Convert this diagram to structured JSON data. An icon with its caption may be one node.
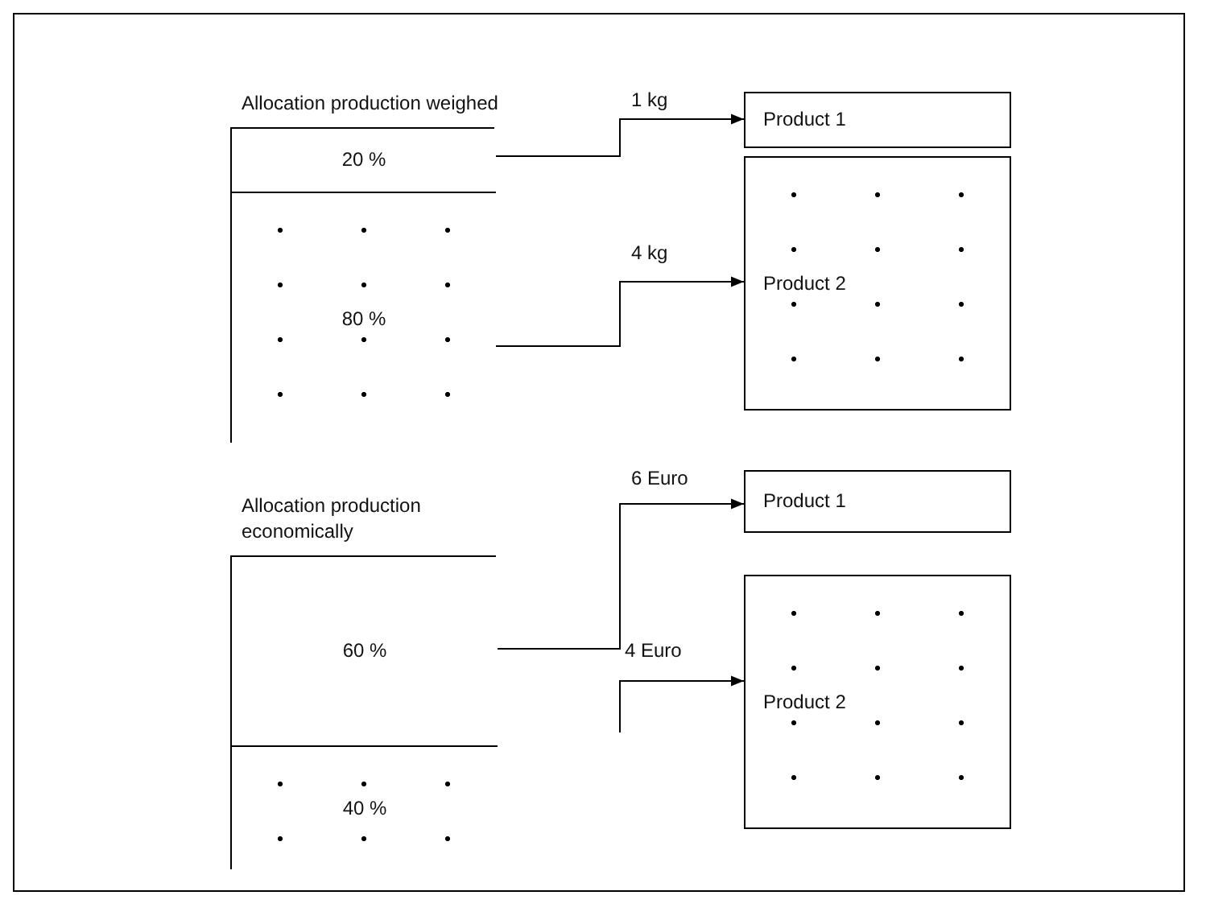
{
  "diagram": {
    "nodes": [
      {
        "text": [
          "Allocation production weighed"
        ]
      },
      {
        "text": [
          "20 %"
        ],
        "in": 0
      },
      {
        "text": [
          "80 %"
        ],
        "in": 0
      },
      {
        "text": [
          "Product 1"
        ]
      },
      {
        "text": [
          "Product 2"
        ]
      },
      {
        "text": [
          "Allocation production economically"
        ]
      },
      {
        "text": [
          "60 %"
        ],
        "in": 5
      },
      {
        "text": [
          "40 %"
        ],
        "in": 5
      },
      {
        "text": [
          "Product 1"
        ]
      },
      {
        "text": [
          "Product 2"
        ]
      }
    ],
    "edges": [
      {
        "from": 1,
        "to": 3,
        "arrow": "to",
        "label": "1 kg"
      },
      {
        "from": 2,
        "to": 4,
        "arrow": "to",
        "label": "4 kg"
      },
      {
        "from": 6,
        "to": 8,
        "arrow": "to",
        "label": "6 Euro"
      },
      {
        "from": null,
        "to": 9,
        "arrow": "to",
        "label": "4 Euro"
      }
    ]
  }
}
